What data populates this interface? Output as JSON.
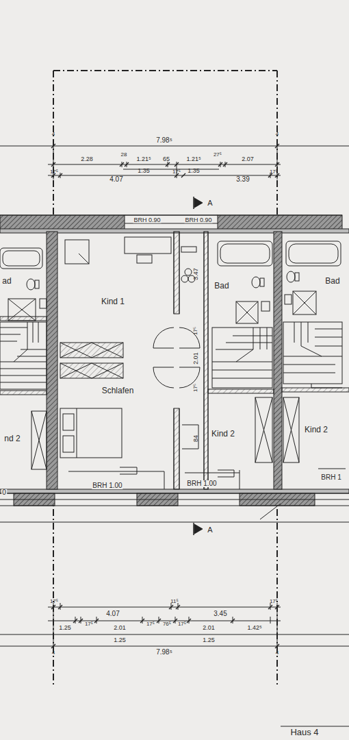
{
  "diagram": {
    "labels": [
      "4",
      "4",
      "7.98⁵",
      "2.28",
      "28",
      "1.21⁵",
      "65",
      "1.21⁵",
      "27⁵",
      "2.07",
      "1.35",
      "1.35",
      "17⁵",
      "4.07",
      "17⁵",
      "3.39",
      "17⁵",
      "A",
      "BRH 0.90",
      "BRH 0.90",
      "ad",
      "Bad",
      "Bad",
      "Kind 1",
      "3.47",
      "17⁵",
      "2.01",
      "17⁵",
      "Schlafen",
      "nd 2",
      "Kind 2",
      "Kind 2",
      "84",
      "0",
      "BRH 1.00",
      "BRH 1.00",
      "BRH 1",
      "A",
      "17⁵",
      "4.07",
      "11⁵",
      "3.45",
      "17⁵",
      "1.25",
      "17⁵",
      "2.01",
      "17⁵",
      "76⁵",
      "17⁵",
      "2.01",
      "1.42⁵",
      "1.25",
      "1.25",
      "4",
      "7.98⁵",
      "4",
      "Haus 4"
    ]
  }
}
